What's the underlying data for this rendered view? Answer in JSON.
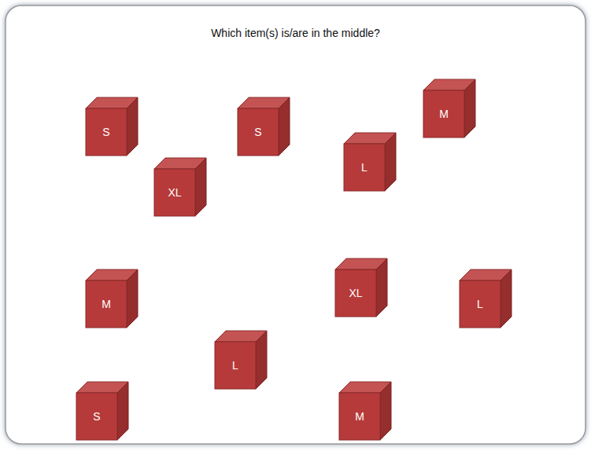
{
  "diagram": {
    "title": "Which item(s) is/are in the middle?",
    "nodes": [
      {
        "text": [
          "M"
        ]
      },
      {
        "text": [
          "S"
        ]
      },
      {
        "text": [
          "S"
        ]
      },
      {
        "text": [
          "L"
        ]
      },
      {
        "text": [
          "XL"
        ]
      },
      {
        "text": [
          "XL"
        ]
      },
      {
        "text": [
          "M"
        ]
      },
      {
        "text": [
          "L"
        ]
      },
      {
        "text": [
          "L"
        ]
      },
      {
        "text": [
          "S"
        ]
      },
      {
        "text": [
          "M"
        ]
      }
    ]
  }
}
